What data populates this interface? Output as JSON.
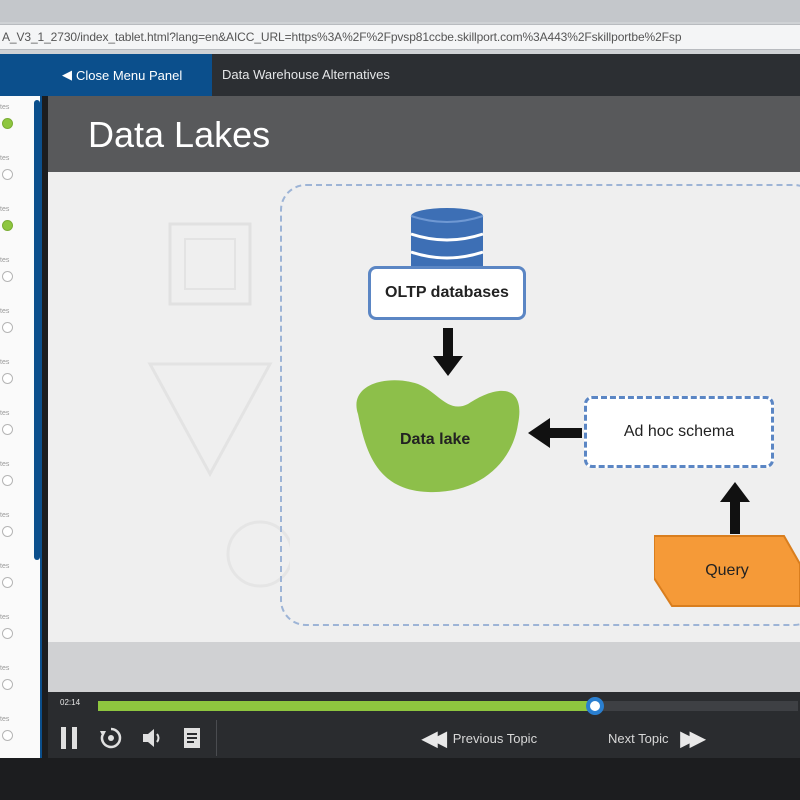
{
  "browser": {
    "url": "A_V3_1_2730/index_tablet.html?lang=en&AICC_URL=https%3A%2F%2Fpvsp81ccbe.skillport.com%3A443%2Fskillportbe%2Fsp"
  },
  "nav": {
    "close_menu_label": "Close Menu Panel",
    "course_title": "Data Warehouse Alternatives"
  },
  "menu_panel": {
    "items": [
      {
        "status": "complete"
      },
      {
        "status": "incomplete"
      },
      {
        "status": "complete"
      },
      {
        "status": "incomplete"
      },
      {
        "status": "incomplete"
      },
      {
        "status": "incomplete"
      },
      {
        "status": "incomplete"
      },
      {
        "status": "incomplete"
      },
      {
        "status": "incomplete"
      },
      {
        "status": "incomplete"
      },
      {
        "status": "incomplete"
      },
      {
        "status": "incomplete"
      },
      {
        "status": "incomplete"
      }
    ],
    "item_label_fragment": "tes"
  },
  "slide": {
    "title": "Data Lakes",
    "diagram": {
      "oltp_label": "OLTP databases",
      "lake_label": "Data lake",
      "adhoc_label": "Ad hoc schema",
      "query_label": "Query"
    }
  },
  "player": {
    "timecode": "02:14",
    "progress": 0.71,
    "previous_label": "Previous Topic",
    "next_label": "Next Topic"
  },
  "colors": {
    "accent_blue": "#0b4f8c",
    "progress_green": "#8ec63f",
    "lake_green": "#8dbf4a",
    "query_orange": "#f59a38",
    "diagram_blue": "#5b86c4"
  }
}
